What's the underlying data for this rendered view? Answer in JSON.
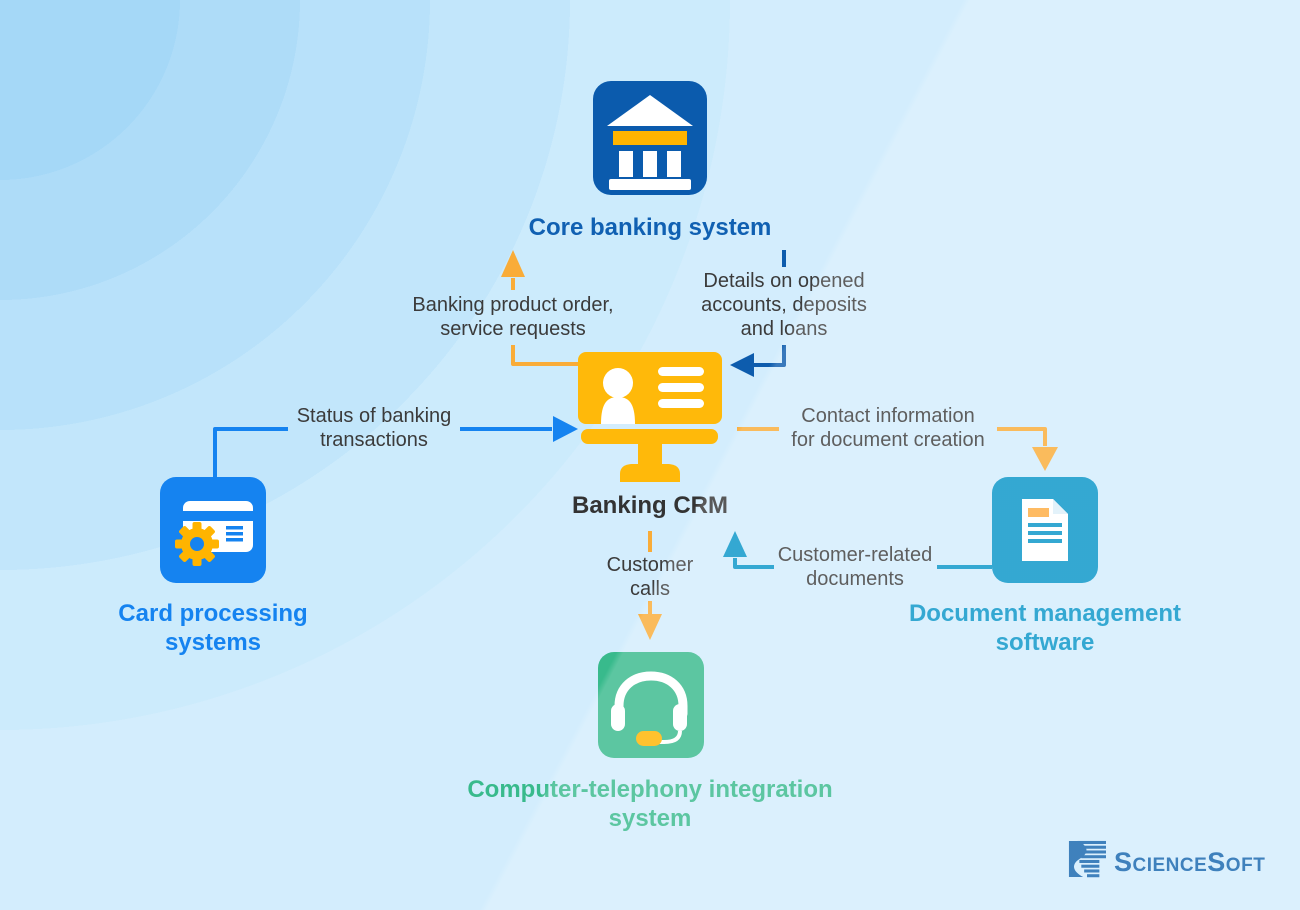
{
  "nodes": {
    "core_banking": {
      "label": "Core banking system",
      "icon": "bank-icon",
      "color": "#1060B2"
    },
    "banking_crm": {
      "label": "Banking CRM",
      "icon": "crm-monitor-icon",
      "color": "#333333"
    },
    "card_processing": {
      "lines": [
        "Card processing",
        "systems"
      ],
      "icon": "card-gear-icon",
      "color": "#1583F0"
    },
    "document_management": {
      "lines": [
        "Document management",
        "software"
      ],
      "icon": "document-icon",
      "color": "#0895C8"
    },
    "cti": {
      "lines": [
        "Computer-telephony integration",
        "system"
      ],
      "icon": "headset-icon",
      "color": "#38BA8C"
    }
  },
  "connections": {
    "banking_product_order": {
      "lines": [
        "Banking product order,",
        "service requests"
      ],
      "from": "banking_crm",
      "to": "core_banking",
      "color": "#F9AC38"
    },
    "details_on_opened": {
      "lines": [
        "Details on opened",
        "accounts, deposits",
        "and loans"
      ],
      "from": "core_banking",
      "to": "banking_crm",
      "color": "#0D5CAD"
    },
    "status_of_transactions": {
      "lines": [
        "Status of banking",
        "transactions"
      ],
      "from": "card_processing",
      "to": "banking_crm",
      "color": "#1583F0"
    },
    "contact_information": {
      "lines": [
        "Contact information",
        "for document creation"
      ],
      "from": "banking_crm",
      "to": "document_management",
      "color": "#F9AC38"
    },
    "customer_related_documents": {
      "lines": [
        "Customer-related",
        "documents"
      ],
      "from": "document_management",
      "to": "banking_crm",
      "color": "#0895C8"
    },
    "customer_calls": {
      "lines": [
        "Customer",
        "calls"
      ],
      "from": "banking_crm",
      "to": "cti",
      "color": "#F9AC38"
    }
  },
  "footer": {
    "brand": "ScienceSoft"
  },
  "palette": {
    "background": "#CDEAFC",
    "ring_inner": "#A5D8F7",
    "crm_yellow": "#FFB90A",
    "bank_blue": "#0B5BAD",
    "card_blue": "#1583F0",
    "doc_teal": "#0895C8",
    "cti_green": "#38BA8C",
    "arrow_orange": "#F9AC38",
    "arrow_dark_blue": "#0D5CAD",
    "label_gray": "#3B3B3B",
    "brand_blue": "#1565AE"
  }
}
